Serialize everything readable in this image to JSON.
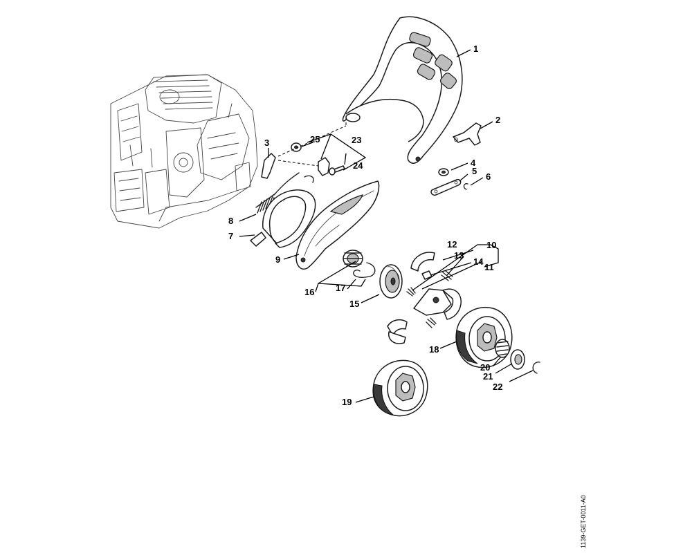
{
  "labels": {
    "p1": "1",
    "p2": "2",
    "p3": "3",
    "p4": "4",
    "p5": "5",
    "p6": "6",
    "p7": "7",
    "p8": "8",
    "p9": "9",
    "p10": "10",
    "p11": "11",
    "p12": "12",
    "p13": "13",
    "p14": "14",
    "p15": "15",
    "p16": "16",
    "p17": "17",
    "p18": "18",
    "p19": "19",
    "p20": "20",
    "p21": "21",
    "p22": "22",
    "p23": "23",
    "p24": "24",
    "p25": "25"
  },
  "document_ref": "1139-GET-0011-A0"
}
